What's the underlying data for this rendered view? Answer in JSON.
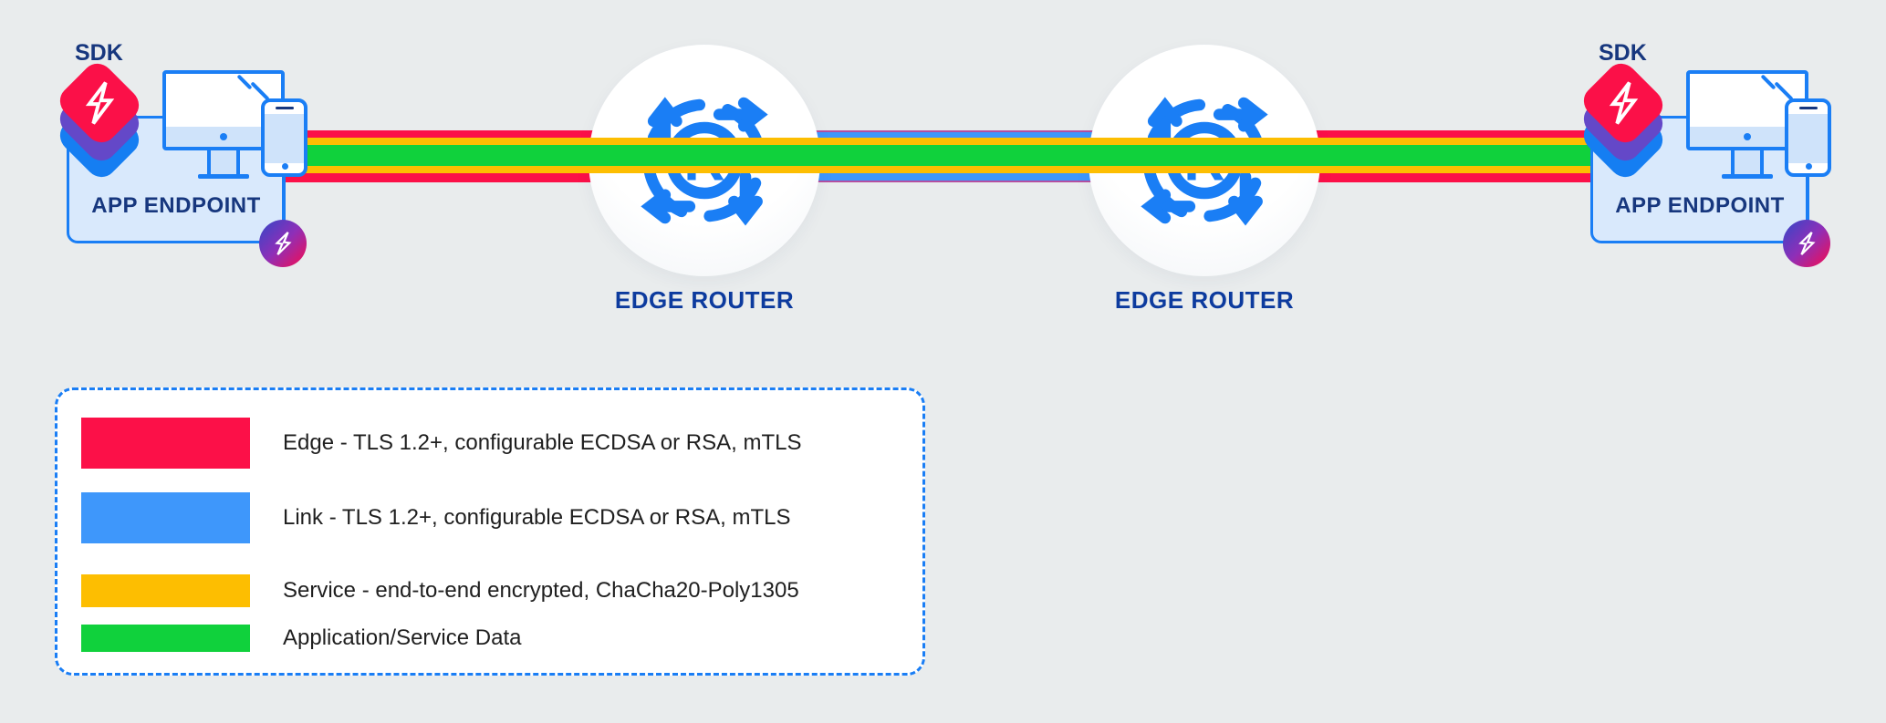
{
  "background_color": "#e9eced",
  "accent_blue": "#1a7ef5",
  "endpoints": [
    {
      "sdk_label": "SDK",
      "box_label": "APP ENDPOINT"
    },
    {
      "sdk_label": "SDK",
      "box_label": "APP ENDPOINT"
    }
  ],
  "routers": [
    {
      "label": "EDGE ROUTER",
      "icon_letter": "R"
    },
    {
      "label": "EDGE ROUTER",
      "icon_letter": "R"
    }
  ],
  "legend": {
    "items": [
      {
        "id": "edge",
        "label": "Edge - TLS 1.2+, configurable ECDSA or RSA, mTLS",
        "color": "#fc1048"
      },
      {
        "id": "link",
        "label": "Link - TLS 1.2+, configurable ECDSA or RSA, mTLS",
        "color": "#3e97fb"
      },
      {
        "id": "service",
        "label": "Service - end-to-end encrypted, ChaCha20-Poly1305",
        "color": "#fdbe01"
      },
      {
        "id": "data",
        "label": "Application/Service Data",
        "color": "#10d13c"
      }
    ]
  }
}
